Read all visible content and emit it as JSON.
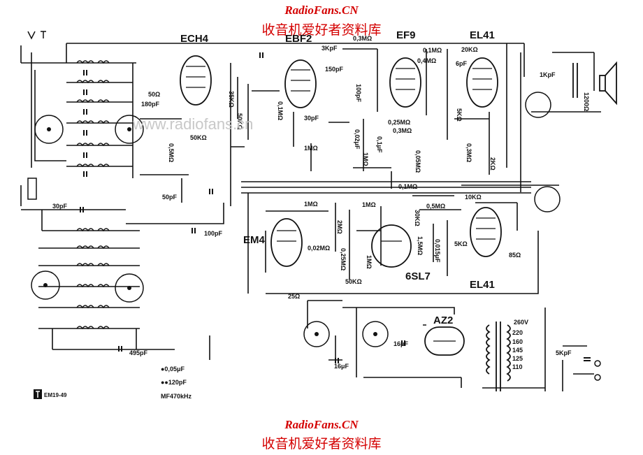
{
  "header": {
    "site": "RadioFans.CN",
    "subtitle": "收音机爱好者资料库"
  },
  "footer": {
    "site": "RadioFans.CN",
    "subtitle": "收音机爱好者资料库"
  },
  "watermark": "www.radiofans.cn",
  "tubes": {
    "ech4": "ECH4",
    "ebf2": "EBF2",
    "ef9": "EF9",
    "el41_top": "EL41",
    "em4": "EM4",
    "sl7": "6SL7",
    "el41_bottom": "EL41",
    "az2": "AZ2"
  },
  "components": {
    "c180": "180pF",
    "r50_ech": "50Ω",
    "r35k": "35KΩ",
    "r50k_a": "50KΩ",
    "r50k_b": "50KΩ",
    "r05m_ech": "0,5MΩ",
    "c50": "50pF",
    "c30": "30pF",
    "c100": "100pF",
    "c495": "495pF",
    "r01m_ebf": "0,1MΩ",
    "r1m": "1MΩ",
    "c30_ebf": "30pF",
    "r3k": "3KpF",
    "r03m_top": "0,3MΩ",
    "c150": "150pF",
    "r01m_a": "0,1MΩ",
    "r04m": "0,4MΩ",
    "c6": "6pF",
    "c100_ef9": "100pF",
    "r025m": "0,25MΩ",
    "r03m": "0,3MΩ",
    "c002": "0,02μF",
    "r1m_b": "1MΩ",
    "c01": "0,1μF",
    "r005m": "0,05MΩ",
    "r20k": "20KΩ",
    "r5k": "5KΩ",
    "r03m_el": "0,3MΩ",
    "r2k": "2KΩ",
    "c1k": "1KpF",
    "r1200": "1200Ω",
    "r01m_b": "0,1MΩ",
    "r1m_em4": "1MΩ",
    "r002m": "0,02MΩ",
    "r2m": "2MΩ",
    "r1m_c": "1MΩ",
    "r05m_b": "0,5MΩ",
    "r10k": "10KΩ",
    "r30k": "30KΩ",
    "r15m": "1,5MΩ",
    "c0015": "0,015μF",
    "r5k_b": "5KΩ",
    "r85": "85Ω",
    "r025m_b": "0,25MΩ",
    "r1m_d": "1MΩ",
    "r50k_c": "50KΩ",
    "r25": "25Ω",
    "c16": "16μF",
    "c16_b": "16μF",
    "c5k": "5KpF"
  },
  "voltages": [
    "260V",
    "220",
    "160",
    "145",
    "125",
    "110"
  ],
  "legend": {
    "l1": "●0,05μF",
    "l2": "●●120pF",
    "l3": "MF470kHz",
    "code": "EM19-49"
  }
}
